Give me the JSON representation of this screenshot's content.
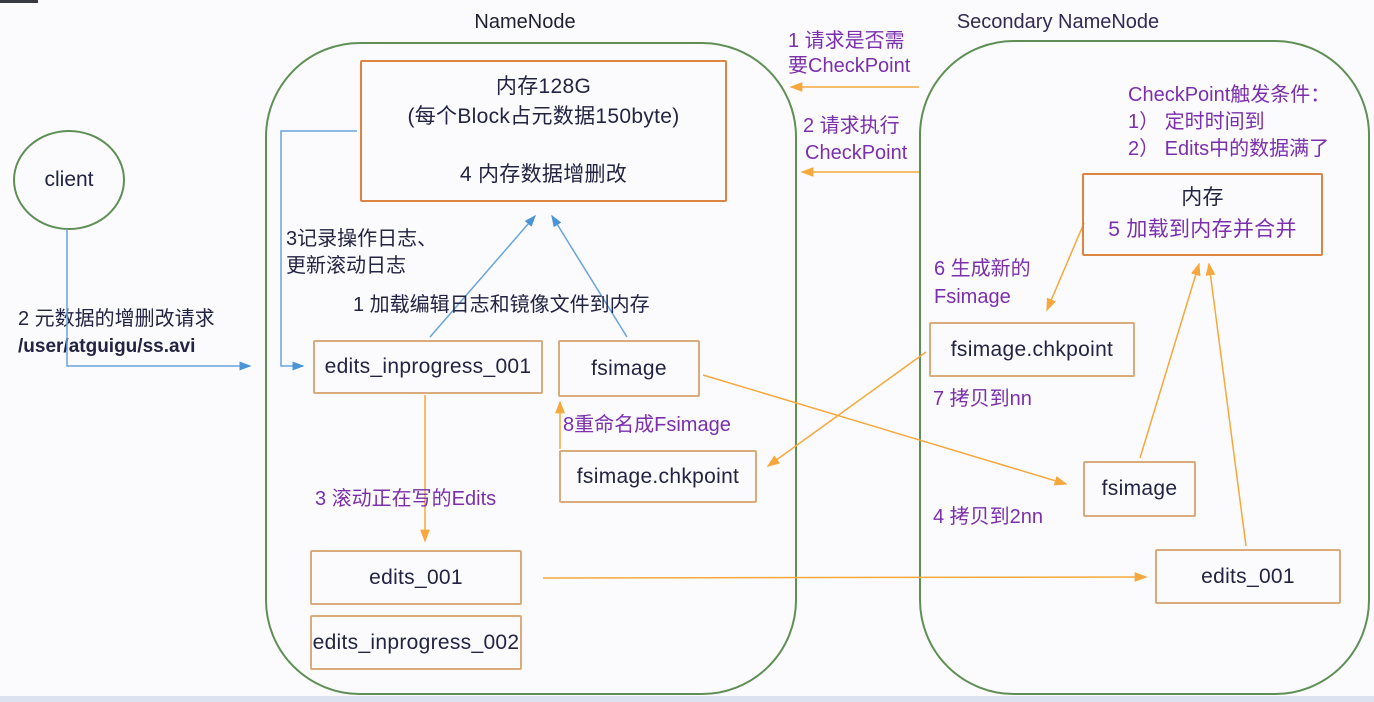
{
  "colors": {
    "background": "#fbfbfd",
    "container_green": "#5f8f55",
    "box_border_tan": "#d9ab7d",
    "memory_box_orange": "#dc8444",
    "arrow_orange": "#f6a83c",
    "arrow_blue": "#5b9bd5",
    "text_dark": "#232343",
    "text_purple": "#7b2fad",
    "bottom_bar": "#dce2f0"
  },
  "titles": {
    "namenode": "NameNode",
    "secondary": "Secondary NameNode"
  },
  "client": {
    "label": "client",
    "request_line1": "2 元数据的增删改请求",
    "request_line2": "/user/atguigu/ss.avi"
  },
  "namenode": {
    "memory_line1": "内存128G",
    "memory_line2": "(每个Block占元数据150byte)",
    "memory_line3": "4 内存数据增删改",
    "note_record_line1": "3记录操作日志、",
    "note_record_line2": "更新滚动日志",
    "note_load": "1 加载编辑日志和镜像文件到内存",
    "note_rename": "8重命名成Fsimage",
    "note_roll": "3 滚动正在写的Edits",
    "box_edits_inprogress_001": "edits_inprogress_001",
    "box_fsimage": "fsimage",
    "box_fsimage_chkpoint": "fsimage.chkpoint",
    "box_edits_001": "edits_001",
    "box_edits_inprogress_002": "edits_inprogress_002"
  },
  "gap_requests": {
    "req1_line1": "1 请求是否需",
    "req1_line2": "要CheckPoint",
    "req2_line1": "2 请求执行",
    "req2_line2": "CheckPoint"
  },
  "secondary": {
    "trigger_title": "CheckPoint触发条件：",
    "trigger_item1": "1） 定时时间到",
    "trigger_item2": "2） Edits中的数据满了",
    "memory_line1": "内存",
    "memory_line2": "5 加载到内存并合并",
    "note_generate_line1": "6 生成新的",
    "note_generate_line2": "Fsimage",
    "note_copy_nn": "7 拷贝到nn",
    "note_copy_2nn": "4 拷贝到2nn",
    "box_fsimage_chkpoint": "fsimage.chkpoint",
    "box_fsimage": "fsimage",
    "box_edits_001": "edits_001"
  }
}
